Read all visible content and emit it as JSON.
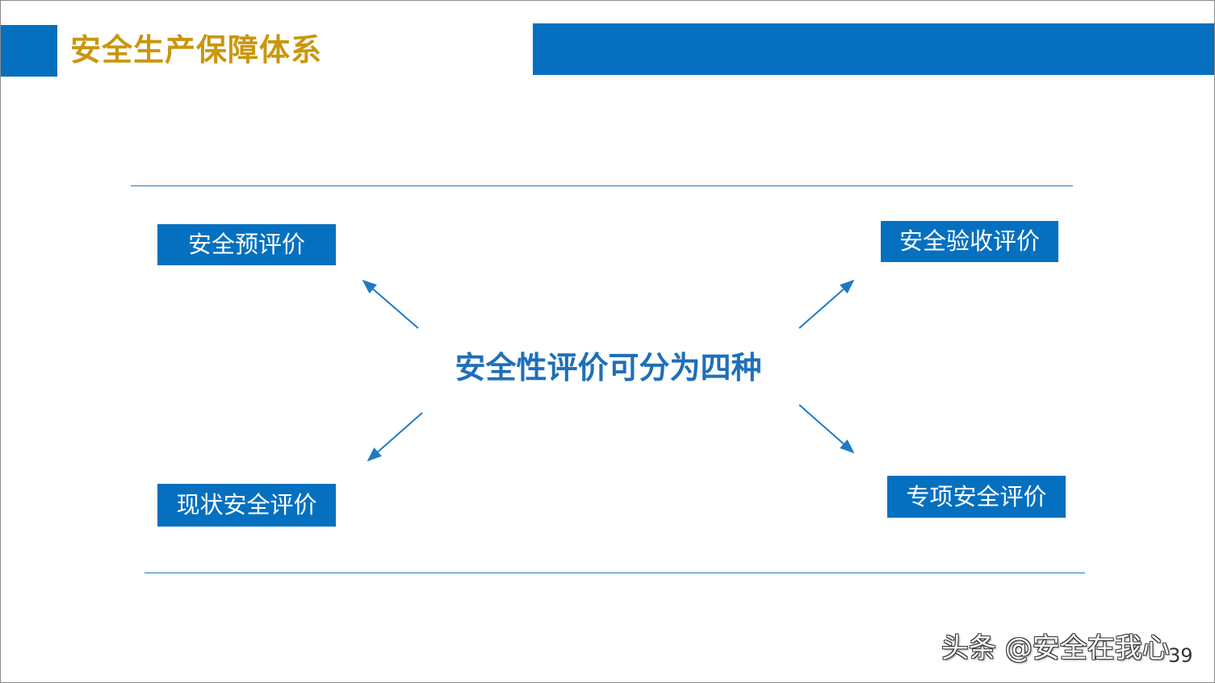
{
  "colors": {
    "brand_blue": "#0570bf",
    "title_gold": "#c9960f",
    "center_text_blue": "#1f6fb8",
    "box_text": "#ffffff",
    "rule_blue": "#1f7ac4"
  },
  "header": {
    "title": "安全生产保障体系"
  },
  "diagram": {
    "center_label": "安全性评价可分为四种",
    "branches": {
      "top_left": "安全预评价",
      "top_right": "安全验收评价",
      "bottom_left": "现状安全评价",
      "bottom_right": "专项安全评价"
    }
  },
  "footer": {
    "watermark": "头条 @安全在我心",
    "page_number": "39"
  }
}
